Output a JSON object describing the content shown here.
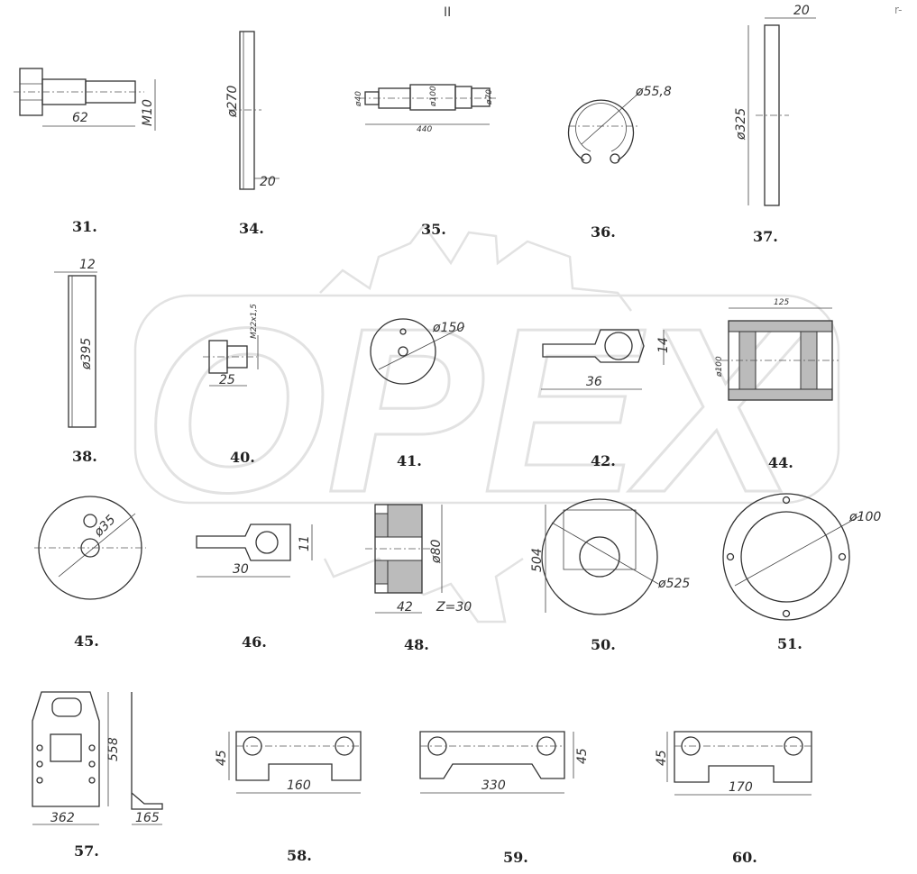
{
  "page": {
    "number": "II",
    "corner_mark": "r-"
  },
  "watermark": {
    "text": "OPEX"
  },
  "parts": [
    {
      "id": "31",
      "label": "31.",
      "dims": [
        "62",
        "M10"
      ]
    },
    {
      "id": "34",
      "label": "34.",
      "dims": [
        "ø270",
        "20"
      ]
    },
    {
      "id": "35",
      "label": "35.",
      "dims": [
        "ø40",
        "ø100",
        "ø70",
        "440"
      ]
    },
    {
      "id": "36",
      "label": "36.",
      "dims": [
        "ø55,8"
      ]
    },
    {
      "id": "37",
      "label": "37.",
      "dims": [
        "20",
        "ø325"
      ]
    },
    {
      "id": "38",
      "label": "38.",
      "dims": [
        "12",
        "ø395"
      ]
    },
    {
      "id": "40",
      "label": "40.",
      "dims": [
        "M22x1,5",
        "25"
      ]
    },
    {
      "id": "41",
      "label": "41.",
      "dims": [
        "ø150"
      ]
    },
    {
      "id": "42",
      "label": "42.",
      "dims": [
        "36",
        "14"
      ]
    },
    {
      "id": "44",
      "label": "44.",
      "dims": [
        "125",
        "ø100"
      ]
    },
    {
      "id": "45",
      "label": "45.",
      "dims": [
        "ø35"
      ]
    },
    {
      "id": "46",
      "label": "46.",
      "dims": [
        "30",
        "11"
      ]
    },
    {
      "id": "48",
      "label": "48.",
      "dims": [
        "ø80",
        "42",
        "Z=30"
      ]
    },
    {
      "id": "50",
      "label": "50.",
      "dims": [
        "504",
        "ø525"
      ]
    },
    {
      "id": "51",
      "label": "51.",
      "dims": [
        "ø100"
      ]
    },
    {
      "id": "57",
      "label": "57.",
      "dims": [
        "558",
        "362",
        "165"
      ]
    },
    {
      "id": "58",
      "label": "58.",
      "dims": [
        "45",
        "160"
      ]
    },
    {
      "id": "59",
      "label": "59.",
      "dims": [
        "330",
        "45"
      ]
    },
    {
      "id": "60",
      "label": "60.",
      "dims": [
        "45",
        "170"
      ]
    }
  ]
}
